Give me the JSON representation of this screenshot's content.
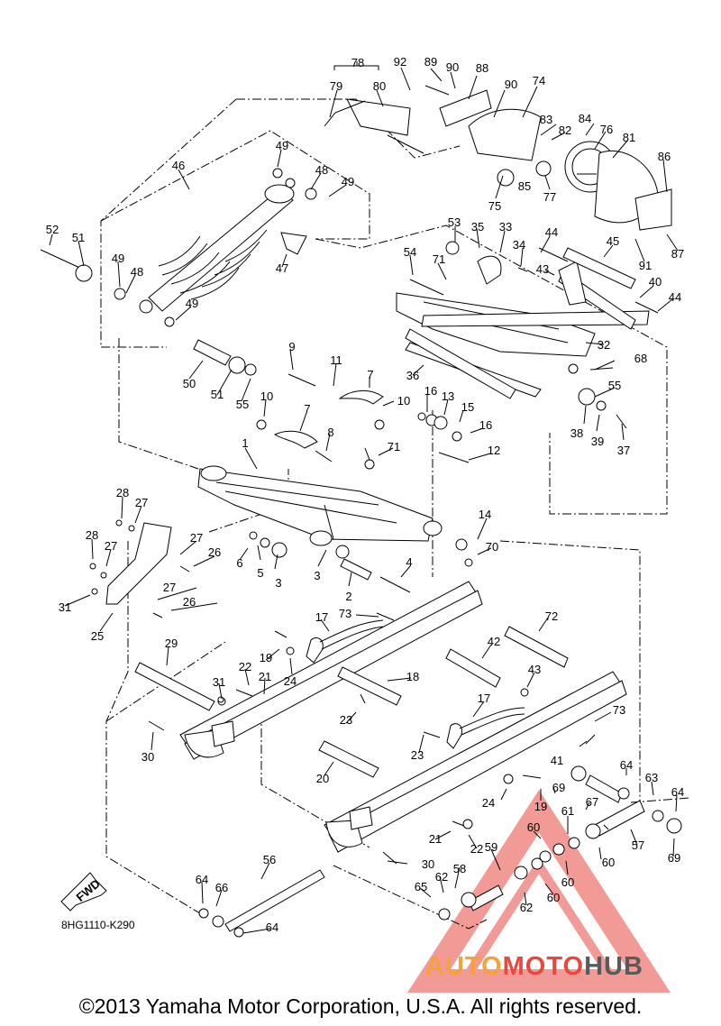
{
  "diagram": {
    "part_labels": [
      "1",
      "2",
      "3",
      "4",
      "5",
      "6",
      "7",
      "8",
      "9",
      "10",
      "11",
      "12",
      "13",
      "14",
      "15",
      "16",
      "17",
      "18",
      "19",
      "20",
      "21",
      "22",
      "23",
      "24",
      "25",
      "26",
      "27",
      "28",
      "29",
      "30",
      "31",
      "32",
      "33",
      "34",
      "35",
      "36",
      "37",
      "38",
      "39",
      "40",
      "41",
      "42",
      "43",
      "44",
      "45",
      "46",
      "47",
      "48",
      "49",
      "50",
      "51",
      "52",
      "53",
      "54",
      "55",
      "56",
      "57",
      "58",
      "59",
      "60",
      "61",
      "62",
      "63",
      "64",
      "65",
      "66",
      "67",
      "68",
      "69",
      "70",
      "71",
      "72",
      "73",
      "74",
      "75",
      "76",
      "77",
      "78",
      "79",
      "80",
      "81",
      "82",
      "83",
      "84",
      "85",
      "86",
      "87",
      "88",
      "89",
      "90",
      "91",
      "92"
    ],
    "fwd_label": "FWD",
    "drawing_code": "8HG1110-K290"
  },
  "watermark": {
    "auto": "AUTO",
    "moto": "MOTO",
    "hub": "HUB"
  },
  "colors": {
    "line": "#000000",
    "watermark_red": "#e8483f",
    "watermark_orange": "#f4a23c",
    "watermark_gray": "#5a5a5a"
  },
  "footer": {
    "copyright": "©2013 Yamaha Motor Corporation, U.S.A. All rights reserved."
  }
}
